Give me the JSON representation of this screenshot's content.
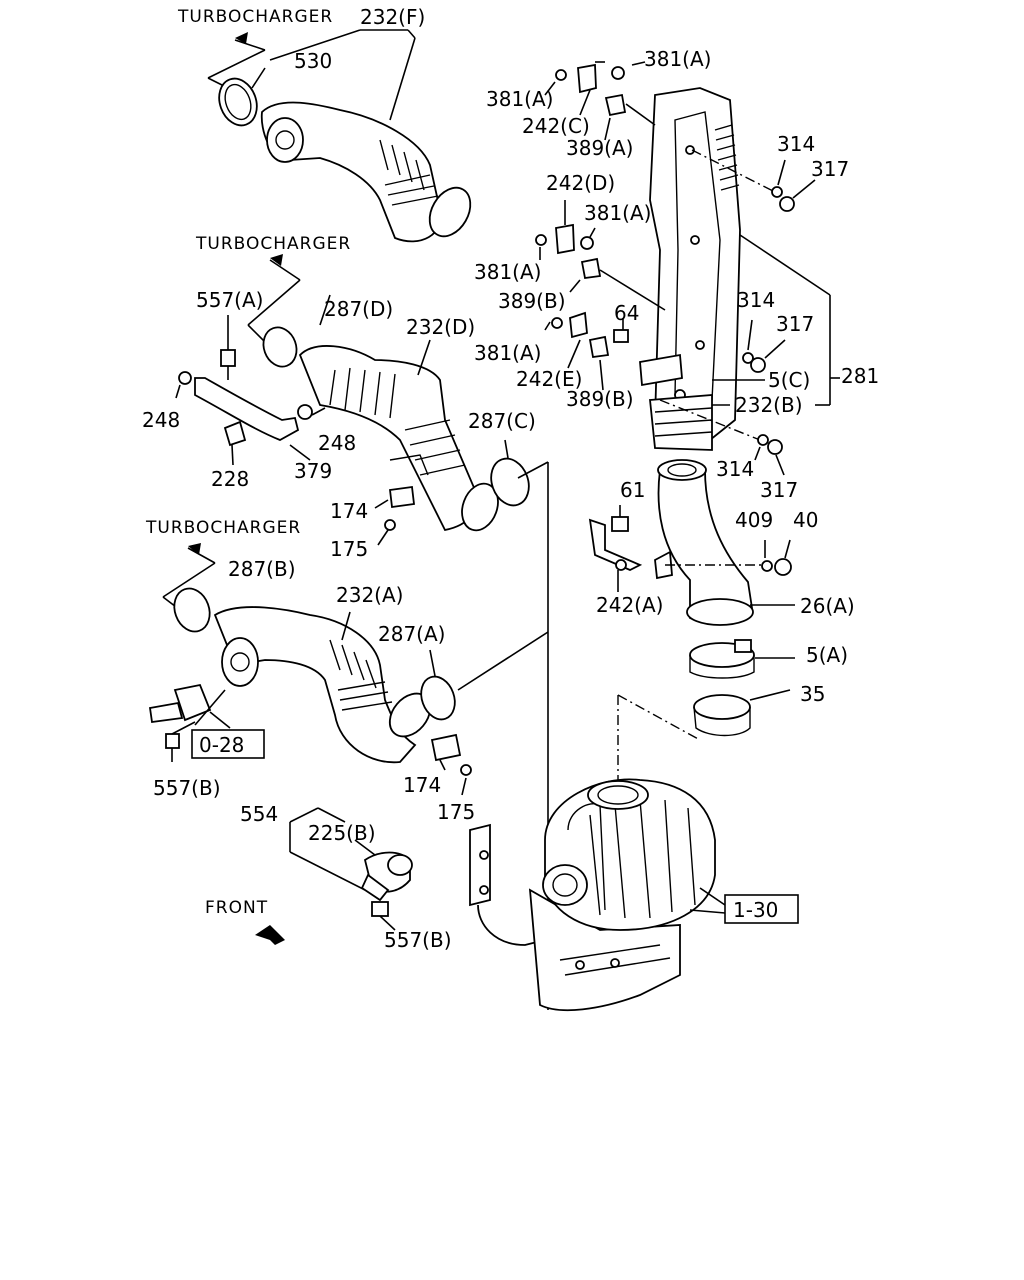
{
  "refs": {
    "turbo": "TURBOCHARGER",
    "front": "FRONT",
    "ref_0_28": "0-28",
    "ref_1_30": "1-30"
  },
  "labels": {
    "p232F": "232(F)",
    "p530": "530",
    "p381A_1": "381(A)",
    "p381A_2": "381(A)",
    "p381A_3": "381(A)",
    "p381A_4": "381(A)",
    "p381A_5": "381(A)",
    "p242C": "242(C)",
    "p389A": "389(A)",
    "p314_1": "314",
    "p317_1": "317",
    "p242D": "242(D)",
    "p389B_1": "389(B)",
    "p314_2": "314",
    "p317_2": "317",
    "p64": "64",
    "p242E": "242(E)",
    "p389B_2": "389(B)",
    "p5C": "5(C)",
    "p281": "281",
    "p232B": "232(B)",
    "p314_3": "314",
    "p317_3": "317",
    "p557A": "557(A)",
    "p287D": "287(D)",
    "p232D": "232(D)",
    "p248_1": "248",
    "p248_2": "248",
    "p228": "228",
    "p379": "379",
    "p287C": "287(C)",
    "p174_1": "174",
    "p175_1": "175",
    "p61": "61",
    "p409": "409",
    "p40": "40",
    "p242A": "242(A)",
    "p26A": "26(A)",
    "p287B": "287(B)",
    "p232A": "232(A)",
    "p287A": "287(A)",
    "p5A": "5(A)",
    "p35": "35",
    "p557B_1": "557(B)",
    "p174_2": "174",
    "p175_2": "175",
    "p554": "554",
    "p225B": "225(B)",
    "p557B_2": "557(B)"
  }
}
